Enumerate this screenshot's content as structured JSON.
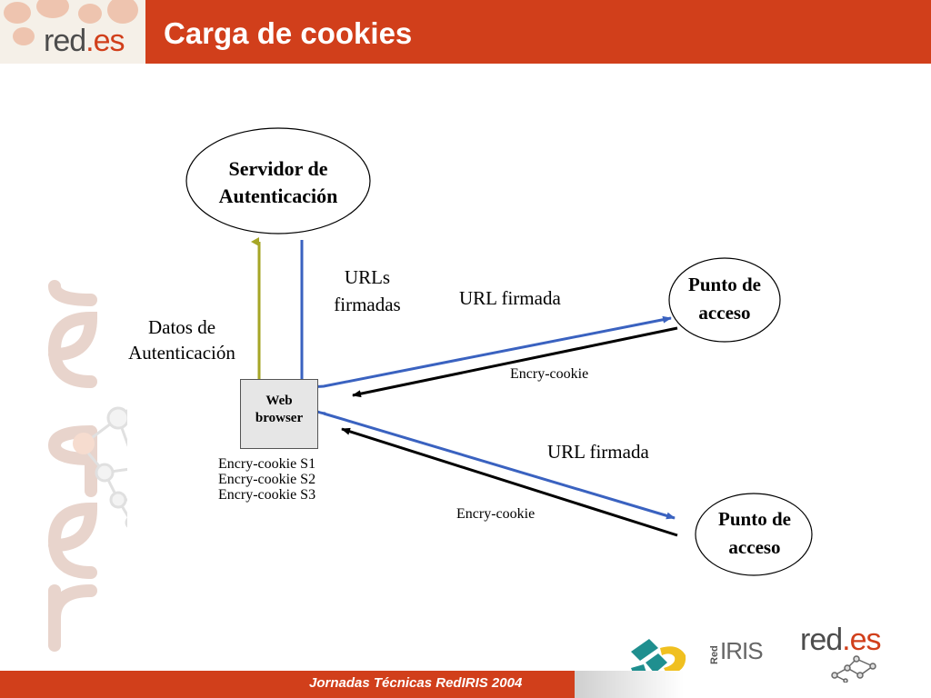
{
  "header": {
    "title": "Carga de cookies",
    "logo_main": "red",
    "logo_dot": ".",
    "logo_suffix": "es"
  },
  "diagram": {
    "auth_server": {
      "line1": "Servidor de",
      "line2": "Autenticación"
    },
    "access_point_1": {
      "line1": "Punto de",
      "line2": "acceso"
    },
    "access_point_2": {
      "line1": "Punto de",
      "line2": "acceso"
    },
    "web_browser": {
      "line1": "Web",
      "line2": "browser"
    },
    "labels": {
      "auth_data_1": "Datos de",
      "auth_data_2": "Autenticación",
      "signed_urls_1": "URLs",
      "signed_urls_2": "firmadas",
      "signed_url_top": "URL firmada",
      "signed_url_bottom": "URL firmada",
      "encry_cookie_top": "Encry-cookie",
      "encry_cookie_bottom": "Encry-cookie",
      "cookie_s1": "Encry-cookie S1",
      "cookie_s2": "Encry-cookie S2",
      "cookie_s3": "Encry-cookie S3"
    },
    "colors": {
      "blue_line": "#3a62c0",
      "olive_arrow": "#a6a626",
      "black_arrow": "#000000"
    }
  },
  "footer": {
    "text": "Jornadas Técnicas RedIRIS 2004"
  },
  "logos": {
    "rediris_red": "Red",
    "rediris_iris": "IRIS",
    "redes_main": "red",
    "redes_dot": ".",
    "redes_suffix": "es"
  }
}
